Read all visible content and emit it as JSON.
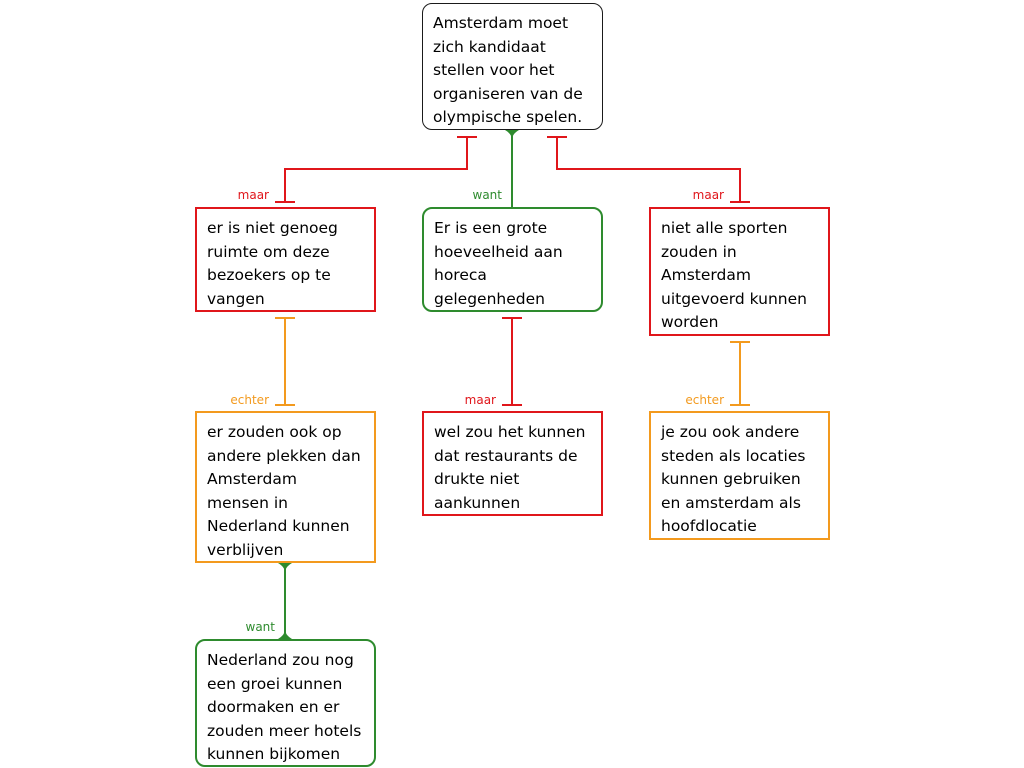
{
  "colors": {
    "support": "#2e8b2e",
    "objection": "#e0161b",
    "rebuttal": "#f39a1e",
    "claim": "#1a1a1a"
  },
  "nodes": {
    "claim": "Amsterdam moet\nzich kandidaat\nstellen voor het\norganiseren van de\nolympische spelen.",
    "objection_space": "er is niet genoeg\nruimte om deze\nbezoekers op te\nvangen",
    "reason_horeca": "Er is een grote\nhoeveelheid aan\nhoreca\ngelegenheden",
    "objection_sports": "niet alle sporten\nzouden in\nAmsterdam\nuitgevoerd kunnen\nworden",
    "rebuttal_elsewhere": "er zouden ook op\nandere plekken dan\nAmsterdam\nmensen in\nNederland kunnen\nverblijven",
    "objection_restaurants": "wel zou het kunnen\ndat restaurants de\ndrukte niet\naankunnen",
    "rebuttal_cities": "je zou ook andere\nsteden als locaties\nkunnen gebruiken\nen amsterdam als\nhoofdlocatie",
    "reason_growth": "Nederland zou nog\neen groei kunnen\ndoormaken en er\nzouden meer hotels\nkunnen bijkomen"
  },
  "edge_labels": {
    "maar_left": "maar",
    "want_center": "want",
    "maar_right": "maar",
    "echter_left": "echter",
    "maar_middle": "maar",
    "echter_right": "echter",
    "want_bottom": "want"
  }
}
